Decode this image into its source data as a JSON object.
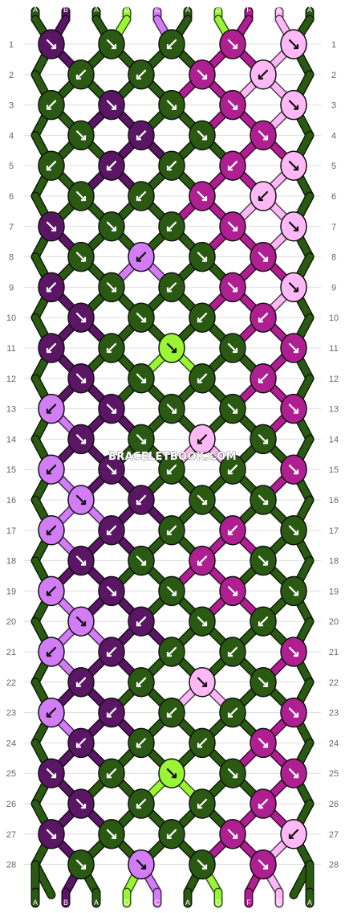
{
  "watermark": "BRACELETBOOK.COM",
  "colors": {
    "A": "#2a5a12",
    "B": "#5a1664",
    "D": "#9af535",
    "C": "#d27cf5",
    "F": "#b01f92",
    "E": "#ffb8f6"
  },
  "top_strings": [
    "A",
    "B",
    "A",
    "D",
    "C",
    "A",
    "D",
    "F",
    "E",
    "A"
  ],
  "bottom_strings": [
    "A",
    "B",
    "A",
    "D",
    "C",
    "A",
    "D",
    "F",
    "E",
    "A"
  ],
  "row_numbers": [
    "1",
    "2",
    "3",
    "4",
    "5",
    "6",
    "7",
    "8",
    "9",
    "10",
    "11",
    "12",
    "13",
    "14",
    "15",
    "16",
    "17",
    "18",
    "19",
    "20",
    "21",
    "22",
    "23",
    "24",
    "25",
    "26",
    "27",
    "28"
  ],
  "knots": [
    [
      [
        "B",
        "dr"
      ],
      [
        "A",
        "dr"
      ],
      [
        "A",
        "dl"
      ],
      [
        "F",
        "dr"
      ],
      [
        "E",
        "dr"
      ]
    ],
    [
      [
        "A",
        "dl"
      ],
      [
        "A",
        "dl"
      ],
      [
        "F",
        "dr"
      ],
      [
        "E",
        "dl"
      ]
    ],
    [
      [
        "A",
        "dl"
      ],
      [
        "B",
        "dr"
      ],
      [
        "A",
        "dr"
      ],
      [
        "F",
        "dr"
      ],
      [
        "E",
        "dr"
      ]
    ],
    [
      [
        "A",
        "dr"
      ],
      [
        "B",
        "dl"
      ],
      [
        "A",
        "dr"
      ],
      [
        "F",
        "dr"
      ]
    ],
    [
      [
        "A",
        "dl"
      ],
      [
        "B",
        "dl"
      ],
      [
        "A",
        "dl"
      ],
      [
        "F",
        "dl"
      ],
      [
        "E",
        "dr"
      ]
    ],
    [
      [
        "A",
        "dr"
      ],
      [
        "A",
        "dl"
      ],
      [
        "F",
        "dr"
      ],
      [
        "E",
        "dl"
      ]
    ],
    [
      [
        "B",
        "dr"
      ],
      [
        "A",
        "dr"
      ],
      [
        "A",
        "dl"
      ],
      [
        "F",
        "dr"
      ],
      [
        "E",
        "dr"
      ]
    ],
    [
      [
        "A",
        "dr"
      ],
      [
        "C",
        "dl"
      ],
      [
        "A",
        "dr"
      ],
      [
        "F",
        "dr"
      ]
    ],
    [
      [
        "B",
        "dl"
      ],
      [
        "A",
        "dr"
      ],
      [
        "A",
        "dl"
      ],
      [
        "F",
        "dr"
      ],
      [
        "E",
        "dr"
      ]
    ],
    [
      [
        "B",
        "dr"
      ],
      [
        "A",
        "dr"
      ],
      [
        "A",
        "dl"
      ],
      [
        "F",
        "dl"
      ]
    ],
    [
      [
        "B",
        "dl"
      ],
      [
        "A",
        "dl"
      ],
      [
        "D",
        "dr"
      ],
      [
        "A",
        "dr"
      ],
      [
        "F",
        "dr"
      ]
    ],
    [
      [
        "B",
        "dr"
      ],
      [
        "A",
        "dr"
      ],
      [
        "A",
        "dl"
      ],
      [
        "F",
        "dl"
      ]
    ],
    [
      [
        "C",
        "dl"
      ],
      [
        "B",
        "dr"
      ],
      [
        "A",
        "dr"
      ],
      [
        "A",
        "dr"
      ],
      [
        "F",
        "dr"
      ]
    ],
    [
      [
        "B",
        "dr"
      ],
      [
        "A",
        "dr"
      ],
      [
        "E",
        "dl"
      ],
      [
        "A",
        "dr"
      ]
    ],
    [
      [
        "C",
        "dl"
      ],
      [
        "B",
        "dr"
      ],
      [
        "A",
        "dl"
      ],
      [
        "A",
        "dl"
      ],
      [
        "F",
        "dr"
      ]
    ],
    [
      [
        "C",
        "dr"
      ],
      [
        "B",
        "dl"
      ],
      [
        "A",
        "dr"
      ],
      [
        "A",
        "dr"
      ]
    ],
    [
      [
        "C",
        "dl"
      ],
      [
        "B",
        "dl"
      ],
      [
        "A",
        "dl"
      ],
      [
        "F",
        "dl"
      ],
      [
        "A",
        "dr"
      ]
    ],
    [
      [
        "B",
        "dr"
      ],
      [
        "A",
        "dr"
      ],
      [
        "F",
        "dl"
      ],
      [
        "A",
        "dr"
      ]
    ],
    [
      [
        "C",
        "dl"
      ],
      [
        "B",
        "dr"
      ],
      [
        "A",
        "dr"
      ],
      [
        "F",
        "dr"
      ],
      [
        "A",
        "dr"
      ]
    ],
    [
      [
        "C",
        "dr"
      ],
      [
        "B",
        "dl"
      ],
      [
        "A",
        "dr"
      ],
      [
        "A",
        "dl"
      ]
    ],
    [
      [
        "C",
        "dl"
      ],
      [
        "B",
        "dl"
      ],
      [
        "A",
        "dl"
      ],
      [
        "A",
        "dl"
      ],
      [
        "F",
        "dr"
      ]
    ],
    [
      [
        "B",
        "dl"
      ],
      [
        "A",
        "dl"
      ],
      [
        "E",
        "dr"
      ],
      [
        "A",
        "dr"
      ]
    ],
    [
      [
        "C",
        "dl"
      ],
      [
        "B",
        "dl"
      ],
      [
        "A",
        "dl"
      ],
      [
        "A",
        "dl"
      ],
      [
        "F",
        "dr"
      ]
    ],
    [
      [
        "B",
        "dl"
      ],
      [
        "A",
        "dl"
      ],
      [
        "A",
        "dl"
      ],
      [
        "F",
        "dr"
      ]
    ],
    [
      [
        "B",
        "dr"
      ],
      [
        "A",
        "dl"
      ],
      [
        "D",
        "dr"
      ],
      [
        "A",
        "dr"
      ],
      [
        "F",
        "dr"
      ]
    ],
    [
      [
        "B",
        "dr"
      ],
      [
        "A",
        "dl"
      ],
      [
        "A",
        "dl"
      ],
      [
        "F",
        "dl"
      ]
    ],
    [
      [
        "B",
        "dr"
      ],
      [
        "A",
        "dr"
      ],
      [
        "A",
        "dl"
      ],
      [
        "F",
        "dr"
      ],
      [
        "E",
        "dl"
      ]
    ],
    [
      [
        "A",
        "dr"
      ],
      [
        "C",
        "dr"
      ],
      [
        "A",
        "dr"
      ],
      [
        "F",
        "dr"
      ]
    ]
  ]
}
